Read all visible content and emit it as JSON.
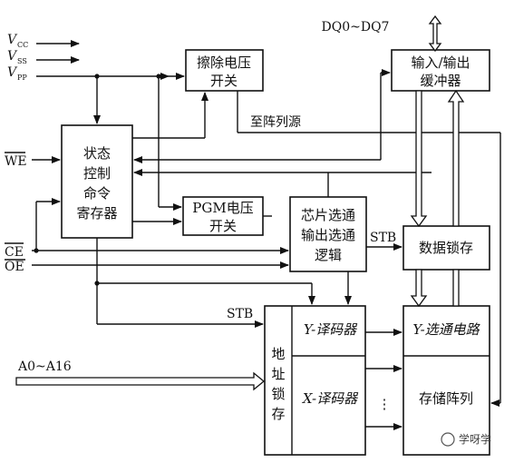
{
  "signals": {
    "vcc": "V",
    "vcc_sub": "CC",
    "vss": "V",
    "vss_sub": "SS",
    "vpp": "V",
    "vpp_sub": "PP",
    "we": "WE",
    "ce": "CE",
    "oe": "OE",
    "address": "A0~A16",
    "data_bus": "DQ0~DQ7",
    "stb_left": "STB",
    "stb_right": "STB",
    "to_array_source": "至阵列源"
  },
  "blocks": {
    "erase_switch": [
      "擦除电压",
      "开关"
    ],
    "state_register": [
      "状态",
      "控制",
      "命令",
      "寄存器"
    ],
    "pgm_switch": [
      "PGM电压",
      "开关"
    ],
    "chip_select": [
      "芯片选通",
      "输出选通",
      "逻辑"
    ],
    "io_buffer": [
      "输入/输出",
      "缓冲器"
    ],
    "data_latch": "数据锁存",
    "address_latch": [
      "地",
      "址",
      "锁",
      "存"
    ],
    "y_decoder": "Y-译码器",
    "x_decoder": "X-译码器",
    "y_gate": "Y-选通电路",
    "memory_array": "存储阵列",
    "ellipsis": "⋮"
  },
  "watermark": "学呀学"
}
